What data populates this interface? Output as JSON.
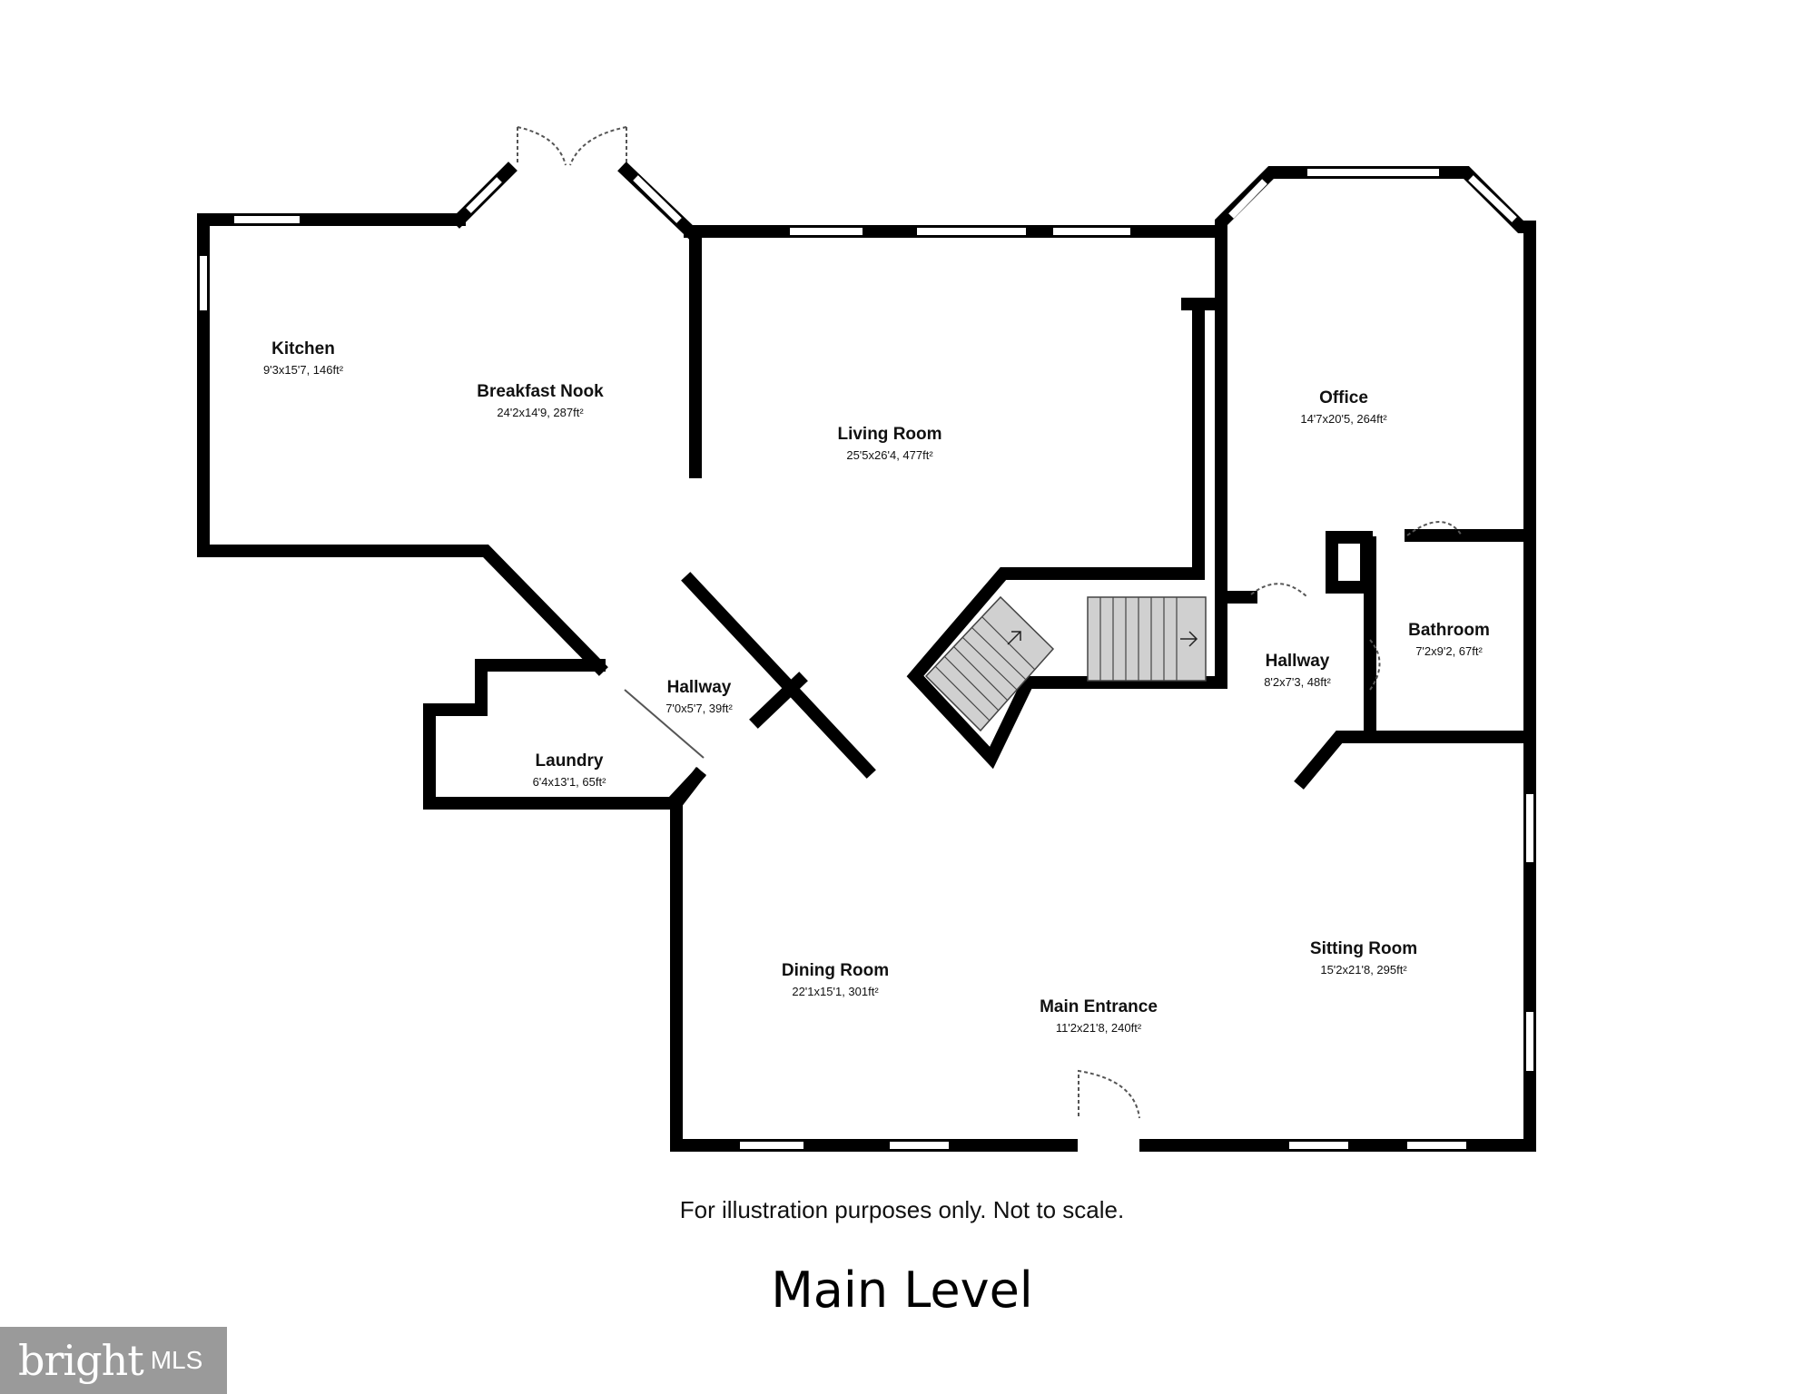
{
  "colors": {
    "wall": "#000000",
    "window": "#ffffff",
    "stair": "#d0d0d0",
    "logo_bg": "#9a9a9a"
  },
  "rooms": {
    "kitchen": {
      "name": "Kitchen",
      "dims": "9'3x15'7, 146ft²"
    },
    "breakfast_nook": {
      "name": "Breakfast Nook",
      "dims": "24'2x14'9, 287ft²"
    },
    "living_room": {
      "name": "Living Room",
      "dims": "25'5x26'4, 477ft²"
    },
    "office": {
      "name": "Office",
      "dims": "14'7x20'5, 264ft²"
    },
    "bathroom": {
      "name": "Bathroom",
      "dims": "7'2x9'2, 67ft²"
    },
    "hallway_east": {
      "name": "Hallway",
      "dims": "8'2x7'3, 48ft²"
    },
    "hallway_west": {
      "name": "Hallway",
      "dims": "7'0x5'7, 39ft²"
    },
    "laundry": {
      "name": "Laundry",
      "dims": "6'4x13'1, 65ft²"
    },
    "dining_room": {
      "name": "Dining Room",
      "dims": "22'1x15'1, 301ft²"
    },
    "main_entrance": {
      "name": "Main Entrance",
      "dims": "11'2x21'8, 240ft²"
    },
    "sitting_room": {
      "name": "Sitting Room",
      "dims": "15'2x21'8, 295ft²"
    }
  },
  "disclaimer": "For illustration purposes only. Not to scale.",
  "level_title": "Main Level",
  "logo": {
    "word": "bright",
    "suffix": "MLS",
    "icon": "bright-mls-logo"
  }
}
